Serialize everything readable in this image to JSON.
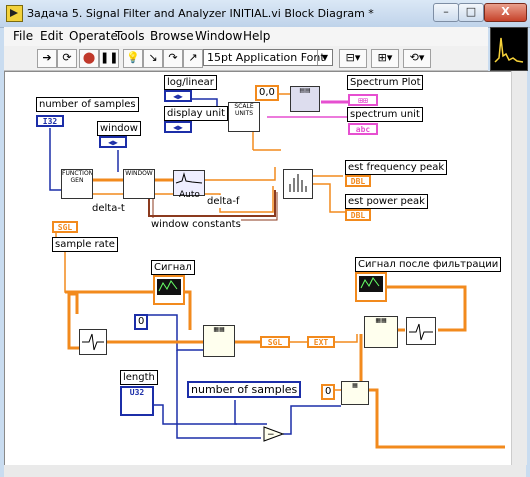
{
  "window": {
    "title": "Задача 5. Signal Filter and Analyzer INITIAL.vi Block Diagram *",
    "min_label": "–",
    "max_label": "□",
    "close_label": "X"
  },
  "menu": {
    "items": [
      "File",
      "Edit",
      "Operate",
      "Tools",
      "Browse",
      "Window",
      "Help"
    ]
  },
  "toolbar": {
    "font": "15pt Application Font"
  },
  "diagram": {
    "labels": {
      "log_linear": "log/linear",
      "number_of_samples": "number of samples",
      "window": "window",
      "display_unit": "display unit",
      "spectrum_plot": "Spectrum Plot",
      "spectrum_unit": "spectrum unit",
      "est_frequency_peak": "est frequency peak",
      "est_power_peak": "est power peak",
      "delta_t": "delta-t",
      "delta_f": "delta-f",
      "window_constants": "window constants",
      "sample_rate": "sample rate",
      "signal": "Сигнал",
      "signal_filtered": "Сигнал после фильтрации",
      "length": "length",
      "number_of_samples_2": "number of samples"
    },
    "terminals": {
      "i32": "I32",
      "sgl": "SGL",
      "dbl": "DBL",
      "abc": "abc",
      "ext": "EXT",
      "u32": "U32",
      "auto": "Auto"
    },
    "constants": {
      "zero_zero": "0,0",
      "zero_a": "0",
      "zero_b": "0"
    },
    "nodes": {
      "function_gen": "FUNCTION GEN",
      "scale_units": "SCALE UNITS",
      "window_node": "WINDOW"
    }
  }
}
